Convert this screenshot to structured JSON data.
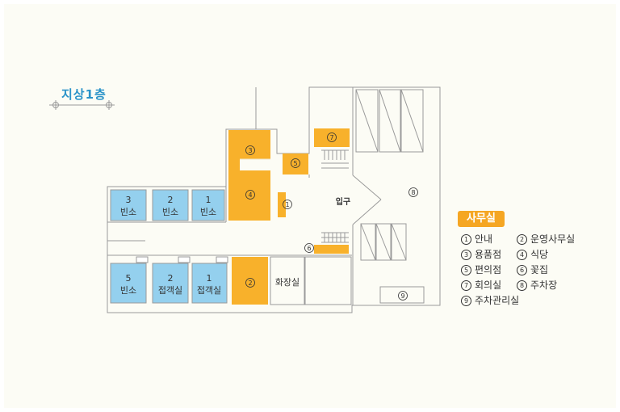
{
  "title": "지상1층",
  "section_title": "사무실",
  "colors": {
    "frame_bg": "#fcfcf5",
    "wall": "#9a9a9a",
    "orange": "#f8b12b",
    "blue": "#94d0ee",
    "title": "#2a93c9"
  },
  "rooms": {
    "vacant_top_3": {
      "num": "3",
      "label": "빈소"
    },
    "vacant_top_2": {
      "num": "2",
      "label": "빈소"
    },
    "vacant_top_1": {
      "num": "1",
      "label": "빈소"
    },
    "vacant_bottom_5": {
      "num": "5",
      "label": "빈소"
    },
    "reception_2": {
      "num": "2",
      "label": "접객실"
    },
    "reception_1": {
      "num": "1",
      "label": "접객실"
    },
    "restroom": "화장실"
  },
  "markers": {
    "m1": "1",
    "m2": "2",
    "m3": "3",
    "m4": "4",
    "m5": "5",
    "m6": "6",
    "m7": "7",
    "m8": "8",
    "m9": "9"
  },
  "entrance": "입구",
  "legend": [
    {
      "num": "1",
      "label": "안내"
    },
    {
      "num": "2",
      "label": "운영사무실"
    },
    {
      "num": "3",
      "label": "용품점"
    },
    {
      "num": "4",
      "label": "식당"
    },
    {
      "num": "5",
      "label": "편의점"
    },
    {
      "num": "6",
      "label": "꽃집"
    },
    {
      "num": "7",
      "label": "회의실"
    },
    {
      "num": "8",
      "label": "주차장"
    },
    {
      "num": "9",
      "label": "주차관리실"
    }
  ]
}
